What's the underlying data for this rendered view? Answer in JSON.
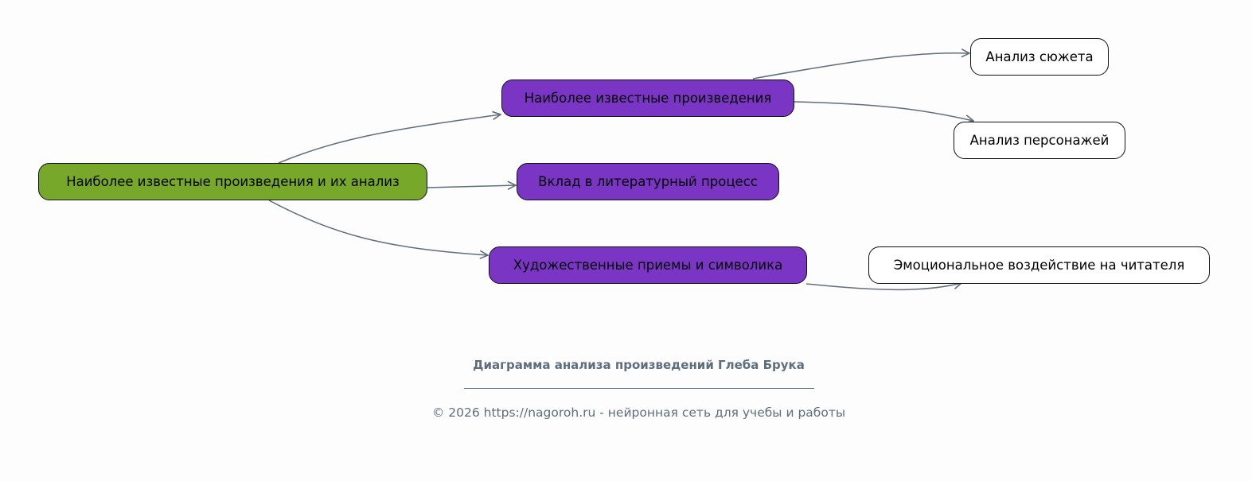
{
  "diagram": {
    "root": {
      "label": "Наиболее известные произведения и их анализ"
    },
    "branches": [
      {
        "label": "Наиболее известные произведения",
        "children": [
          "Анализ сюжета",
          "Анализ персонажей"
        ]
      },
      {
        "label": "Вклад в литературный процесс",
        "children": []
      },
      {
        "label": "Художественные приемы и символика",
        "children": [
          "Эмоциональное воздействие на читателя"
        ]
      }
    ]
  },
  "caption": {
    "title": "Диаграмма анализа произведений Глеба Брука",
    "footer": "© 2026 https://nagoroh.ru - нейронная сеть для учебы и работы"
  },
  "colors": {
    "root": "#78a82a",
    "branch": "#7b35c5",
    "leaf": "#ffffff",
    "edge": "#5f6e7c"
  }
}
